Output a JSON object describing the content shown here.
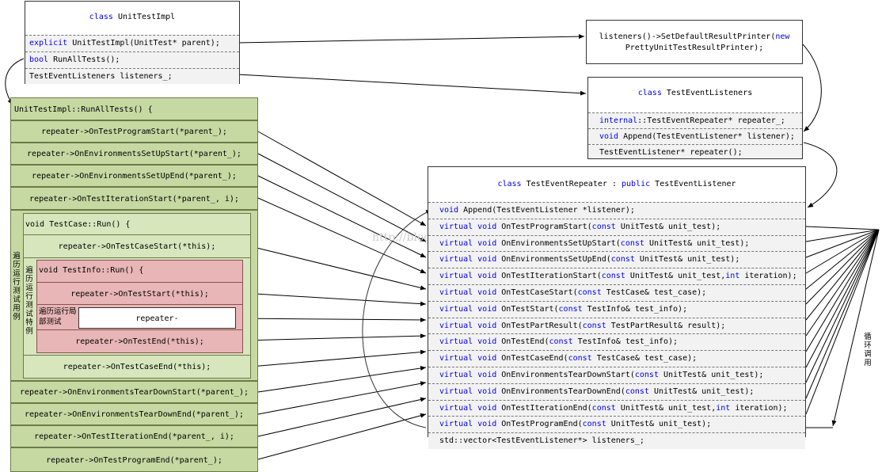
{
  "unit_test_impl": {
    "title_kw": "class",
    "title_name": "UnitTestImpl",
    "members": [
      {
        "kw": "explicit",
        "text": "UnitTestImpl(UnitTest* parent);"
      },
      {
        "kw": "bool",
        "text": "RunAllTests();"
      },
      {
        "kw": "",
        "text": "TestEventListeners listeners_;"
      }
    ]
  },
  "printer_note": {
    "line1_pre": "listeners()->SetDefaultResultPrinter(",
    "line1_kw": "new",
    "line2": "PrettyUnitTestResultPrinter);"
  },
  "event_listeners": {
    "title_kw": "class",
    "title_name": "TestEventListeners",
    "members": [
      {
        "kw": "internal",
        "text": "::TestEventRepeater* repeater_;"
      },
      {
        "kw": "void",
        "text": "Append(TestEventListener* listener);"
      },
      {
        "kw": "",
        "text": "TestEventListener* repeater();"
      }
    ]
  },
  "event_repeater": {
    "title_kw1": "class",
    "title_mid": "TestEventRepeater :",
    "title_kw2": "public",
    "title_end": "TestEventListener",
    "members": [
      {
        "kw": "void",
        "pre": "Append(TestEventListener *listener);",
        "kw2": "",
        "post": "",
        "kw3": "",
        "tail": ""
      },
      {
        "kw": "virtual void",
        "pre": "OnTestProgramStart(",
        "kw2": "const",
        "post": "UnitTest& unit_test);",
        "kw3": "",
        "tail": ""
      },
      {
        "kw": "virtual void",
        "pre": "OnEnvironmentsSetUpStart(",
        "kw2": "const",
        "post": "UnitTest& unit_test);",
        "kw3": "",
        "tail": ""
      },
      {
        "kw": "virtual void",
        "pre": "OnEnvironmentsSetUpEnd(",
        "kw2": "const",
        "post": "UnitTest& unit_test);",
        "kw3": "",
        "tail": ""
      },
      {
        "kw": "virtual void",
        "pre": "OnTestIterationStart(",
        "kw2": "const",
        "post": "UnitTest& unit_test,",
        "kw3": "int",
        "tail": "iteration);"
      },
      {
        "kw": "virtual void",
        "pre": "OnTestCaseStart(",
        "kw2": "const",
        "post": "TestCase& test_case);",
        "kw3": "",
        "tail": ""
      },
      {
        "kw": "virtual void",
        "pre": "OnTestStart(",
        "kw2": "const",
        "post": "TestInfo& test_info);",
        "kw3": "",
        "tail": ""
      },
      {
        "kw": "virtual void",
        "pre": "OnTestPartResult(",
        "kw2": "const",
        "post": "TestPartResult& result);",
        "kw3": "",
        "tail": ""
      },
      {
        "kw": "virtual void",
        "pre": "OnTestEnd(",
        "kw2": "const",
        "post": "TestInfo& test_info);",
        "kw3": "",
        "tail": ""
      },
      {
        "kw": "virtual void",
        "pre": "OnTestCaseEnd(",
        "kw2": "const",
        "post": "TestCase& test_case);",
        "kw3": "",
        "tail": ""
      },
      {
        "kw": "virtual void",
        "pre": "OnEnvironmentsTearDownStart(",
        "kw2": "const",
        "post": "UnitTest& unit_test);",
        "kw3": "",
        "tail": ""
      },
      {
        "kw": "virtual void",
        "pre": "OnEnvironmentsTearDownEnd(",
        "kw2": "const",
        "post": "UnitTest& unit_test);",
        "kw3": "",
        "tail": ""
      },
      {
        "kw": "virtual void",
        "pre": "OnTestIterationEnd(",
        "kw2": "const",
        "post": "UnitTest& unit_test,",
        "kw3": "int",
        "tail": "iteration);"
      },
      {
        "kw": "virtual void",
        "pre": "OnTestProgramEnd(",
        "kw2": "const",
        "post": "UnitTest& unit_test);",
        "kw3": "",
        "tail": ""
      },
      {
        "kw": "",
        "pre": "std::vector<TestEventListener*> listeners_;",
        "kw2": "",
        "post": "",
        "kw3": "",
        "tail": ""
      }
    ]
  },
  "run_all_tests": {
    "header": "UnitTestImpl::RunAllTests() {",
    "top_calls": [
      "repeater->OnTestProgramStart(*parent_);",
      "repeater->OnEnvironmentsSetUpStart(*parent_);",
      "repeater->OnEnvironmentsSetUpEnd(*parent_);",
      "repeater->OnTestIterationStart(*parent_, i);"
    ],
    "bottom_calls": [
      "repeater->OnEnvironmentsTearDownStart(*parent_);",
      "repeater->OnEnvironmentsTearDownEnd(*parent_);",
      "repeater->OnTestIterationEnd(*parent_, i);",
      "repeater->OnTestProgramEnd(*parent_);"
    ],
    "loop_label_outer": "遍历运行测试用例",
    "testcase": {
      "header": "void TestCase::Run() {",
      "start": "repeater->OnTestCaseStart(*this);",
      "end": "repeater->OnTestCaseEnd(*this);",
      "loop_label": "遍历运行测试特例",
      "testinfo": {
        "header": "void TestInfo::Run() {",
        "start": "repeater->OnTestStart(*this);",
        "part_label": "遍历运行局部测试",
        "part": "repeater->OnTestPartResult(result);",
        "end": "repeater->OnTestEnd(*this);"
      }
    }
  },
  "loop_call_label": "循环调用",
  "watermark": "http://blog.csdn.net/"
}
